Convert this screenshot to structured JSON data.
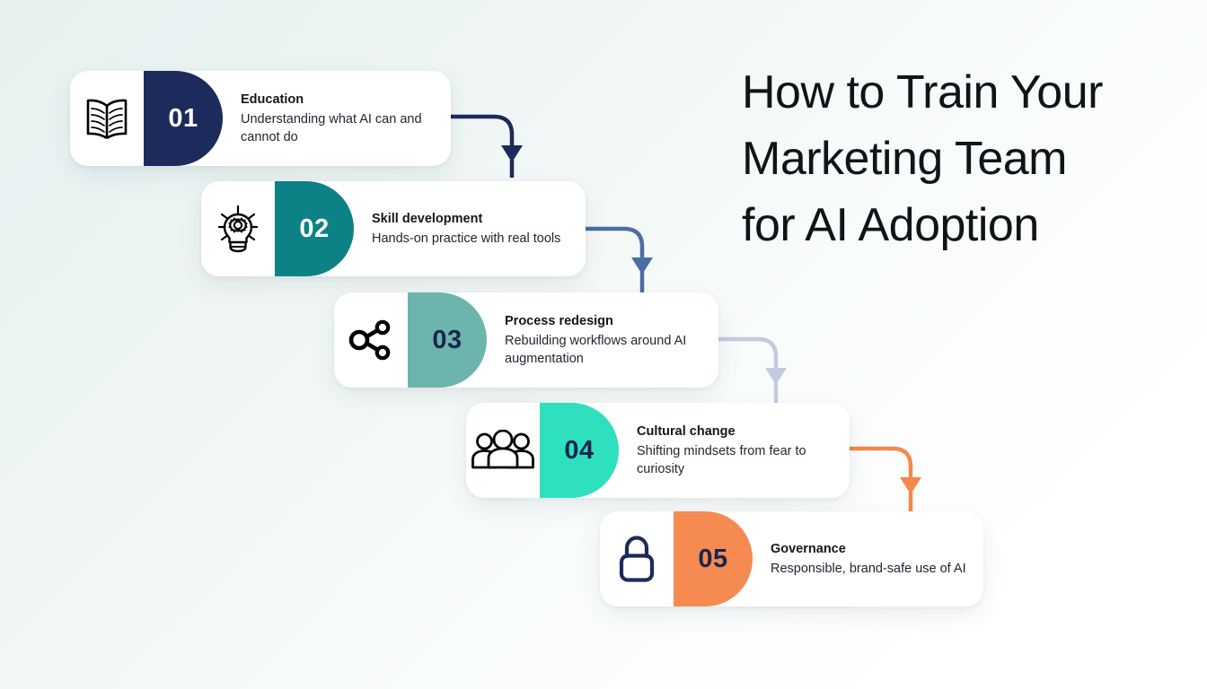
{
  "title": {
    "text": "How to Train Your\nMarketing Team\nfor AI Adoption",
    "color": "#101418"
  },
  "background": {
    "from": "#e6f1f0",
    "to": "#ffffff"
  },
  "steps": [
    {
      "number": "01",
      "title": "Education",
      "desc": "Understanding what AI can and cannot do",
      "icon": "open-book-icon",
      "badge_color": "#1d2a5c",
      "badge_text_color": "#ffffff",
      "icon_color": "#000000"
    },
    {
      "number": "02",
      "title": "Skill development",
      "desc": "Hands-on practice with real tools",
      "icon": "lightbulb-gear-icon",
      "badge_color": "#0c8186",
      "badge_text_color": "#ffffff",
      "icon_color": "#000000"
    },
    {
      "number": "03",
      "title": "Process redesign",
      "desc": "Rebuilding workflows around AI augmentation",
      "icon": "share-network-icon",
      "badge_color": "#6cb5ad",
      "badge_text_color": "#17264f",
      "icon_color": "#000000"
    },
    {
      "number": "04",
      "title": "Cultural change",
      "desc": "Shifting mindsets from fear to curiosity",
      "icon": "people-group-icon",
      "badge_color": "#2ee0bd",
      "badge_text_color": "#17264f",
      "icon_color": "#000000"
    },
    {
      "number": "05",
      "title": "Governance",
      "desc": "Responsible, brand-safe use of AI",
      "icon": "lock-icon",
      "badge_color": "#f58b50",
      "badge_text_color": "#17264f",
      "icon_color": "#1d2a5c"
    }
  ],
  "connectors": [
    {
      "name": "connector-01-to-02",
      "color": "#1d2a5c"
    },
    {
      "name": "connector-02-to-03",
      "color": "#4a6ea4"
    },
    {
      "name": "connector-03-to-04",
      "color": "#c3cbdf"
    },
    {
      "name": "connector-04-to-05",
      "color": "#f5884a"
    }
  ]
}
